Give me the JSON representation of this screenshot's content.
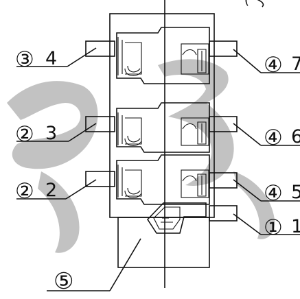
{
  "callouts": [
    {
      "id": "c34",
      "circle": "③",
      "label": "4"
    },
    {
      "id": "c23",
      "circle": "②",
      "label": "3"
    },
    {
      "id": "c22",
      "circle": "②",
      "label": "2"
    },
    {
      "id": "c47",
      "circle": "④",
      "label": "7"
    },
    {
      "id": "c46",
      "circle": "④",
      "label": "6"
    },
    {
      "id": "c45",
      "circle": "④",
      "label": "5"
    },
    {
      "id": "c11",
      "circle": "①",
      "label": "1"
    },
    {
      "id": "c5",
      "circle": "⑤",
      "label": ""
    }
  ],
  "watermark_present": true,
  "colors": {
    "line": "#111111",
    "watermark": "#8f8f8f",
    "background": "#ffffff"
  }
}
